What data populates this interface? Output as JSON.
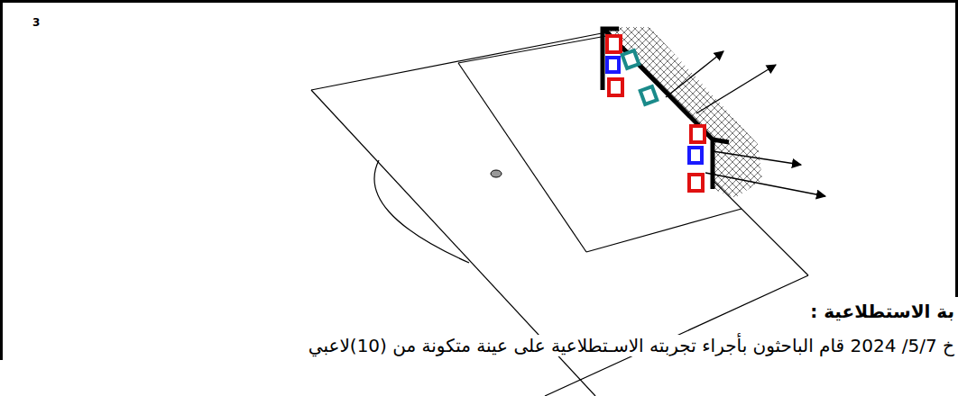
{
  "diagram": {
    "labels": [
      "3",
      "بة الاستطلاعية :",
      "خ 5/7/ 2024 قام الباحثون بأجراء تجربته الاسـتطلاعية على عينة متكونة من (10)لاعبي"
    ]
  }
}
